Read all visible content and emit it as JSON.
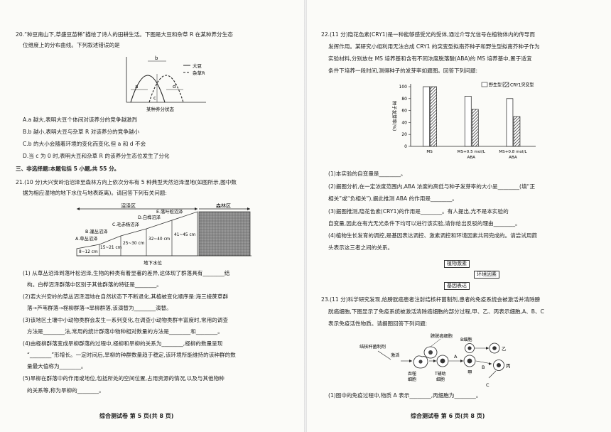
{
  "left": {
    "q20": {
      "stem1": "20.“种豆南山下,草盛豆苗稀”描绘了诗人的田耕生活。下图是大豆和杂草 R 在某种养分生态",
      "stem2": "位维度上的分布曲线。下列叙述错误的是",
      "fig": {
        "label_b": "b",
        "label_a": "a",
        "label_c": "c",
        "label_d": "d",
        "legend_soy": "大豆",
        "legend_weed": "杂草R",
        "caption": "某种养分状态"
      },
      "opts": [
        "A.a 越大,表明大豆个体间对该养分的竞争越激烈",
        "B.b 越小,表明大豆与杂草 R 对该养分的竞争越小",
        "C.b 的大小会随着环境的变化而变化,但 a 和 d 不会",
        "D.当 c 为 0 时,表明大豆和杂草 R 的该养分生态位发生了分化"
      ]
    },
    "section3": "三、非选择题:本题包括 5 小题,共 55 分。",
    "q21": {
      "stem1": "21.(10 分)大兴安岭沿沼泽至森林方向上依次分布有 5 种典型天然沼泽湿地(如图所示,图中数",
      "stem2": "据为相应湿地的地下水位与地表距离)。请回答下列有关问题:",
      "fig": {
        "zone_marsh": "沼泽区",
        "zone_forest": "森林区",
        "types": [
          "A.草丛沼泽",
          "B.灌丛沼泽",
          "C.毛赤杨沼泽",
          "D.白桦沼泽",
          "E.落叶松沼泽"
        ],
        "depths": [
          "8~12 cm",
          "15~21 cm",
          "25~30 cm",
          "32~40 cm",
          "41~45 cm"
        ],
        "water_table": "地下水位"
      },
      "lines": [
        "(1) 从草丛沼泽到落叶松沼泽,生物的种类有着显著的差异,这体现了群落具有________结",
        "构。白桦沼泽群落中区别于其他群落的特征是________。",
        "(2)若大兴安岭的草丛沼泽湿地在自然状态下不断退化,其植被变化顺序是:海三棱蔗草群",
        "落→芦苇群落→柽柳群落→旱柳群落,该演替为________演替。",
        "(3)该地区土壤中小动物类群会发生一系列变化,在调查小动物类群丰富度时,常用的调查",
        "方法是________法,常用的统计群落中物种相对数量的方法是________和________。",
        "(4)由柽柳群落变成旱柳群落的过程中,柽柳和旱柳的关系为________,柽柳的数量呈现",
        "“________”形增长。一定时间后,旱柳的种群数量趋于稳定,该环境所能维持的该种群的数",
        "量最大值称为________。",
        "(5)旱柳在群落中的作用或地位,包括所处的空间位置,占用资源的情况,以及与其他物种",
        "的关系等,称为旱柳的________。"
      ]
    },
    "footer": "综合测试卷 第 5 页(共 8 页)"
  },
  "right": {
    "q22": {
      "stem": [
        "22.(11 分)隐花色素(CRY1)是一种能够感受光的受体,通过介导光信号在植物体内的传导而",
        "发挥作用。某研究小组利用无法合成 CRY1 的突变型拟南芥种子和野生型拟南芥种子作为",
        "实验材料,分别放在 MS 培养基和含有不同浓度脱落酸(ABA)的 MS 培养基中,置于适宜",
        "条件下培养一段时间,测得种子的发芽率如题图。回答下列问题:"
      ],
      "lines": [
        "(1)本实验的自变量是________。",
        "(2)据图分析,在一定浓度范围内,ABA 浓度的高低与种子发芽率的大小呈________(填“正",
        "相关”或“负相关”),据此推测 ABA 的作用是________。",
        "(3)据图推测,隐花色素(CRY1)的作用是________。有人提出,光不是本实验的",
        "自变量,因此在有光无光条件下均可以进行该实验,请你给出反驳的理由________。",
        "(4)植物生长发育的调控,是基因表达调控、激素调控和环境因素共同完成的。请尝试用箭",
        "头表示这三者之间的关系。"
      ],
      "boxes": [
        "植物激素",
        "环境因素",
        "基因表达"
      ]
    },
    "chart_data": {
      "type": "bar",
      "categories": [
        "MS",
        "MS+0.5 mol/L ABA",
        "MS+0.8 mol/L ABA"
      ],
      "series": [
        {
          "name": "野生型",
          "values": [
            100,
            84,
            80
          ]
        },
        {
          "name": "CRY1突变型",
          "values": [
            100,
            62,
            50
          ]
        }
      ],
      "ylabel": "种子发芽率(%)",
      "ylim": [
        0,
        100
      ],
      "yticks": [
        0,
        20,
        40,
        60,
        80,
        100
      ],
      "legend": "top-right"
    },
    "q23": {
      "stem": [
        "23.(11 分)科学研究发现,给膀胱癌患者注射结核杆菌制剂,患者的免疫系统会被激活并清除膀",
        "胱癌细胞,下图显示了免疫系统被激活清除癌细胞的部分过程,甲、乙、丙表示细胞,A、B、C",
        "表示免疫活性物质。请据图回答下列问题:"
      ],
      "fig": {
        "bladder": "膀胱癌细胞",
        "tb_agent": "结核杆菌制剂",
        "activate": "激活",
        "phago": "吞噬细胞",
        "th": "T辅助细胞",
        "bcell": "B细胞",
        "A": "A",
        "B": "B",
        "C": "C",
        "yi": "乙",
        "bing": "丙",
        "jia": "甲"
      },
      "line": "(1)图中的免疫过程中,物质 A 表示________,丙细胞为________。"
    },
    "footer": "综合测试卷 第 6 页(共 8 页)"
  }
}
